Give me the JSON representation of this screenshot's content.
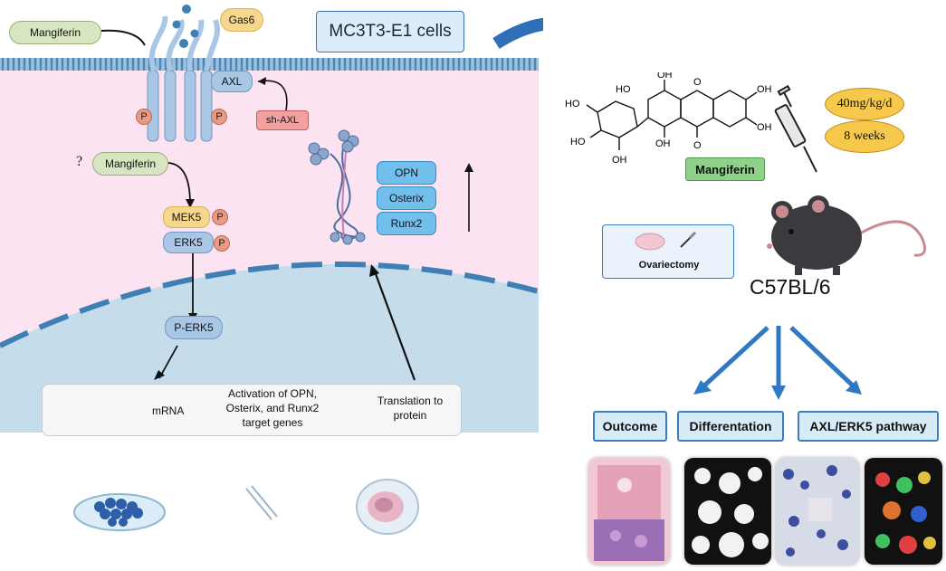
{
  "title": "MC3T3-E1 cells",
  "membrane": {
    "ligand_label": "Mangiferin",
    "gas6_label": "Gas6",
    "axl_label": "AXL",
    "sh_axl_label": "sh-AXL",
    "phospho_label": "P"
  },
  "pathway": {
    "question_mark": "?",
    "mangiferin_label": "Mangiferin",
    "mek5_label": "MEK5",
    "erk5_label": "ERK5",
    "perk5_label": "P-ERK5"
  },
  "targets": [
    "OPN",
    "Osterix",
    "Runx2"
  ],
  "nucleus": {
    "mrna_label": "mRNA",
    "activation_text": [
      "Activation of OPN,",
      "Osterix, and Runx2",
      "target genes"
    ],
    "translation_text": [
      "Translation to",
      "protein"
    ]
  },
  "in_vivo": {
    "compound_label": "Mangiferin",
    "dose": "40mg/kg/d",
    "duration": "8 weeks",
    "surgery_label": "Ovariectomy",
    "mouse_strain": "C57BL/6",
    "outcomes": [
      "Outcome",
      "Differentation",
      "AXL/ERK5 pathway"
    ]
  },
  "molecule_labels": {
    "oh": "OH",
    "ho": "HO",
    "o": "O"
  },
  "colors": {
    "cytoplasm": "#fbe3f1",
    "nucleus": "#c5dcea",
    "membrane": "#6aa1c9",
    "arrow_blue": "#2f78c4",
    "receptor": "#a9c7e5",
    "target_fill": "#71bfea"
  }
}
